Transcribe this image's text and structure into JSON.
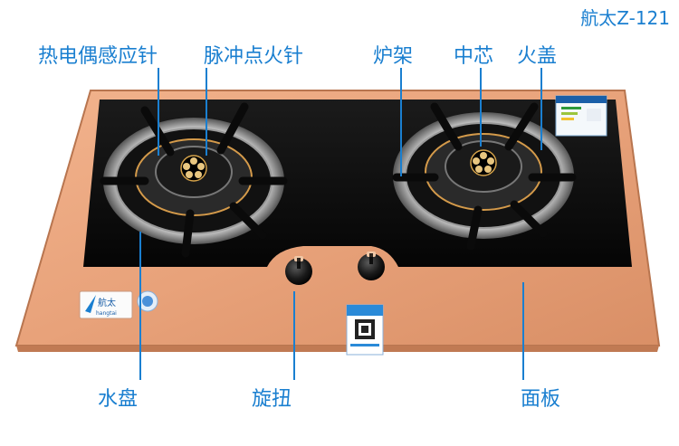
{
  "model": "航太Z-121",
  "labels": {
    "thermocouple": "热电偶感应针",
    "ignition": "脉冲点火针",
    "pan_support": "炉架",
    "center_core": "中芯",
    "fire_cover": "火盖",
    "drip_tray": "水盘",
    "knob": "旋扭",
    "panel": "面板"
  },
  "panel_logo": {
    "cn": "航太",
    "en": "hangtai"
  },
  "colors": {
    "accent": "#1a7fd0",
    "panel": "#e7a17a",
    "glass": "#0d0d0d"
  }
}
